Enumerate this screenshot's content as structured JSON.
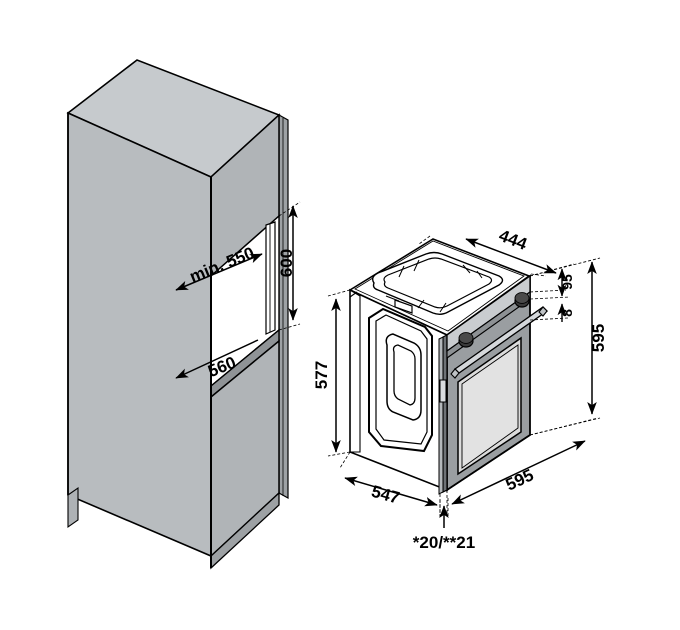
{
  "drawing": {
    "title": "Built-in oven installation dimension drawing",
    "type": "technical-line-drawing",
    "background_color": "#ffffff",
    "line_color": "#000000",
    "units": "mm",
    "colors": {
      "cabinet_fill": "#b8bcbf",
      "cabinet_fill_light": "#c6cacd",
      "cabinet_fill_dark": "#a8acaf",
      "cabinet_edge_dark": "#6e7276",
      "oven_body_fill": "#ffffff",
      "oven_front_fill": "#9a9ea1",
      "oven_glass_fill": "#dcdcdc",
      "oven_trim_fill": "#c9cccf",
      "knob_fill": "#3a3a3a",
      "outline": "#000000"
    }
  },
  "views": {
    "cabinet": {
      "name": "Cabinet niche / recess view",
      "description": "Isometric tall kitchen cabinet column with an open niche for the oven"
    },
    "oven": {
      "name": "Oven appliance view",
      "description": "Isometric built-in oven with control panel, two knobs, handle and glass door"
    }
  },
  "dimensions": {
    "cabinet": [
      {
        "id": "min-550",
        "label": "min. 550",
        "value": 550,
        "qualifier": "min.",
        "axis": "depth",
        "view": "cabinet",
        "orientation": "diagonal"
      },
      {
        "id": "600",
        "label": "600",
        "value": 600,
        "qualifier": "",
        "axis": "height",
        "view": "cabinet",
        "orientation": "vertical-rotated"
      },
      {
        "id": "560",
        "label": "560",
        "value": 560,
        "qualifier": "",
        "axis": "width",
        "view": "cabinet",
        "orientation": "diagonal"
      }
    ],
    "oven": [
      {
        "id": "444",
        "label": "444",
        "value": 444,
        "qualifier": "",
        "axis": "top-depth",
        "view": "oven",
        "orientation": "diagonal"
      },
      {
        "id": "95",
        "label": "95",
        "value": 95,
        "qualifier": "",
        "axis": "panel-height",
        "view": "oven",
        "orientation": "vertical-rotated"
      },
      {
        "id": "8",
        "label": "8",
        "value": 8,
        "qualifier": "",
        "axis": "trim-height",
        "view": "oven",
        "orientation": "vertical-rotated"
      },
      {
        "id": "595-h",
        "label": "595",
        "value": 595,
        "qualifier": "",
        "axis": "height",
        "view": "oven",
        "orientation": "vertical-rotated"
      },
      {
        "id": "577",
        "label": "577",
        "value": 577,
        "qualifier": "",
        "axis": "body-height",
        "view": "oven",
        "orientation": "vertical-rotated"
      },
      {
        "id": "547",
        "label": "547",
        "value": 547,
        "qualifier": "",
        "axis": "depth",
        "view": "oven",
        "orientation": "diagonal"
      },
      {
        "id": "595-w",
        "label": "595",
        "value": 595,
        "qualifier": "",
        "axis": "width",
        "view": "oven",
        "orientation": "diagonal"
      },
      {
        "id": "20-21",
        "label": "*20/**21",
        "value": null,
        "qualifier": "*/**",
        "axis": "door-thickness",
        "view": "oven",
        "orientation": "horizontal"
      }
    ]
  },
  "labels": {
    "min_550": "min. 550",
    "d600": "600",
    "d560": "560",
    "d444": "444",
    "d95": "95",
    "d8": "8",
    "d595_height": "595",
    "d577": "577",
    "d547": "547",
    "d595_width": "595",
    "d20_21": "*20/**21"
  }
}
